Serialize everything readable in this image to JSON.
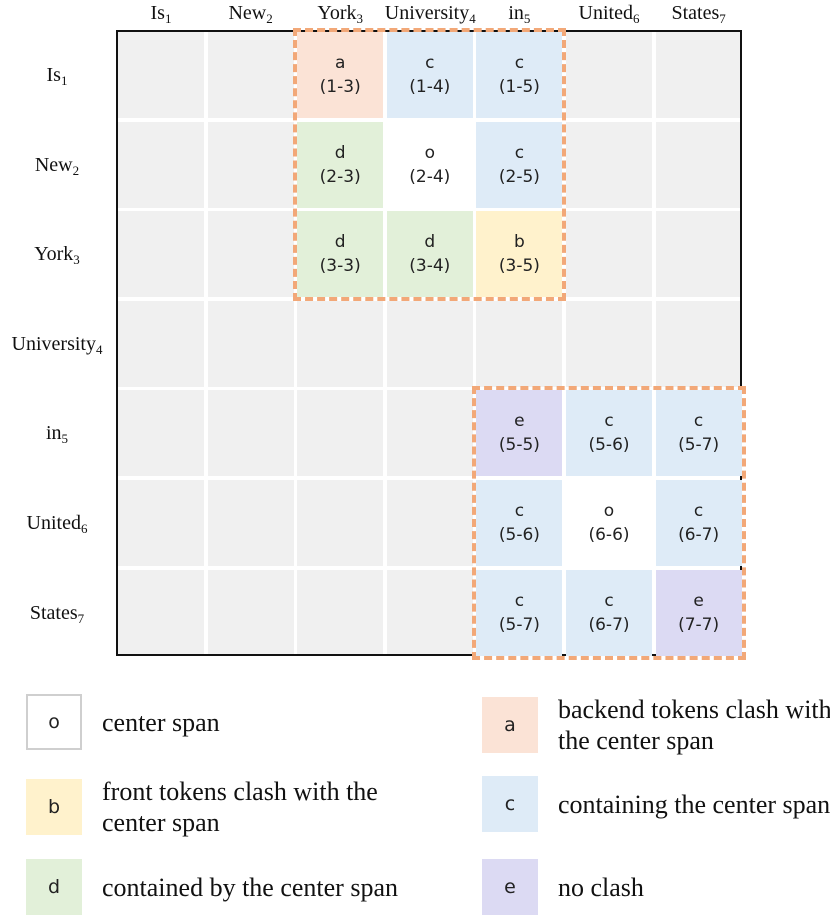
{
  "columns": [
    {
      "name": "Is",
      "idx": "1"
    },
    {
      "name": "New",
      "idx": "2"
    },
    {
      "name": "York",
      "idx": "3"
    },
    {
      "name": "University",
      "idx": "4"
    },
    {
      "name": "in",
      "idx": "5"
    },
    {
      "name": "United",
      "idx": "6"
    },
    {
      "name": "States",
      "idx": "7"
    }
  ],
  "rows": [
    {
      "name": "Is",
      "idx": "1"
    },
    {
      "name": "New",
      "idx": "2"
    },
    {
      "name": "York",
      "idx": "3"
    },
    {
      "name": "University",
      "idx": "4"
    },
    {
      "name": "in",
      "idx": "5"
    },
    {
      "name": "United",
      "idx": "6"
    },
    {
      "name": "States",
      "idx": "7"
    }
  ],
  "cells": [
    {
      "row": 1,
      "col": 3,
      "type": "a",
      "span": "(1-3)"
    },
    {
      "row": 1,
      "col": 4,
      "type": "c",
      "span": "(1-4)"
    },
    {
      "row": 1,
      "col": 5,
      "type": "c",
      "span": "(1-5)"
    },
    {
      "row": 2,
      "col": 3,
      "type": "d",
      "span": "(2-3)"
    },
    {
      "row": 2,
      "col": 4,
      "type": "o",
      "span": "(2-4)"
    },
    {
      "row": 2,
      "col": 5,
      "type": "c",
      "span": "(2-5)"
    },
    {
      "row": 3,
      "col": 3,
      "type": "d",
      "span": "(3-3)"
    },
    {
      "row": 3,
      "col": 4,
      "type": "d",
      "span": "(3-4)"
    },
    {
      "row": 3,
      "col": 5,
      "type": "b",
      "span": "(3-5)"
    },
    {
      "row": 5,
      "col": 5,
      "type": "e",
      "span": "(5-5)"
    },
    {
      "row": 5,
      "col": 6,
      "type": "c",
      "span": "(5-6)"
    },
    {
      "row": 5,
      "col": 7,
      "type": "c",
      "span": "(5-7)"
    },
    {
      "row": 6,
      "col": 5,
      "type": "c",
      "span": "(5-6)"
    },
    {
      "row": 6,
      "col": 6,
      "type": "o",
      "span": "(6-6)"
    },
    {
      "row": 6,
      "col": 7,
      "type": "c",
      "span": "(6-7)"
    },
    {
      "row": 7,
      "col": 5,
      "type": "c",
      "span": "(5-7)"
    },
    {
      "row": 7,
      "col": 6,
      "type": "c",
      "span": "(6-7)"
    },
    {
      "row": 7,
      "col": 7,
      "type": "e",
      "span": "(7-7)"
    }
  ],
  "highlight_boxes": [
    {
      "row_start": 1,
      "row_end": 3,
      "col_start": 3,
      "col_end": 5
    },
    {
      "row_start": 5,
      "row_end": 7,
      "col_start": 5,
      "col_end": 7
    }
  ],
  "colors": {
    "o": "#ffffff",
    "a": "#fbe3d6",
    "b": "#fff2cc",
    "c": "#deebf7",
    "d": "#e2f0d9",
    "e": "#dcdaf3",
    "empty": "#f0f0f0",
    "dash": "#f2a878"
  },
  "legend": [
    {
      "key": "o",
      "text": "center span"
    },
    {
      "key": "a",
      "text": "backend tokens clash with the center span"
    },
    {
      "key": "b",
      "text": "front tokens clash with the center span"
    },
    {
      "key": "c",
      "text": "containing the center span"
    },
    {
      "key": "d",
      "text": "contained by the center span"
    },
    {
      "key": "e",
      "text": "no clash"
    }
  ]
}
